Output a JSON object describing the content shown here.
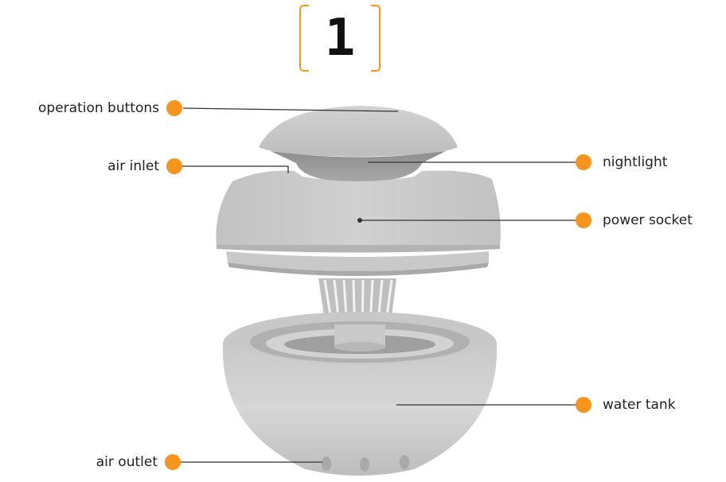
{
  "title": "1",
  "accent_color": "#f7941d",
  "labels": {
    "operation_buttons": "operation buttons",
    "air_inlet": "air inlet",
    "air_outlet": "air outlet",
    "nightlight": "nightlight",
    "power_socket": "power socket",
    "water_tank": "water tank"
  }
}
